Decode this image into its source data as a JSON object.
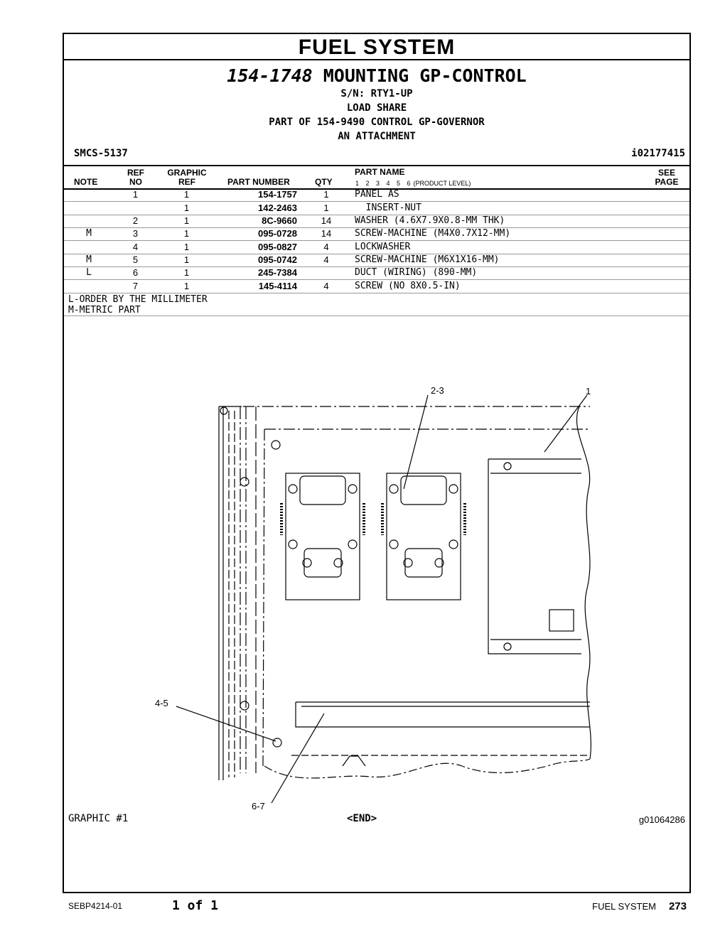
{
  "section": "FUEL SYSTEM",
  "header": {
    "title_number": "154-1748",
    "title_text": "MOUNTING GP-CONTROL",
    "lines": [
      "S/N: RTY1-UP",
      "LOAD SHARE",
      "PART OF 154-9490 CONTROL GP-GOVERNOR",
      "AN ATTACHMENT"
    ],
    "smcs": "SMCS-5137",
    "id": "i02177415"
  },
  "columns": {
    "note": "NOTE",
    "ref_no": [
      "REF",
      "NO"
    ],
    "graphic_ref": [
      "GRAPHIC",
      "REF"
    ],
    "part_number": "PART NUMBER",
    "qty": "QTY",
    "part_name": "PART NAME",
    "product_levels": "1   2   3   4   5   6",
    "product_level_label": "(PRODUCT LEVEL)",
    "see_page": [
      "SEE",
      "PAGE"
    ]
  },
  "rows": [
    {
      "note": "",
      "ref": "1",
      "gref": "1",
      "pn": "154-1757",
      "qty": "1",
      "name": "PANEL AS"
    },
    {
      "note": "",
      "ref": "",
      "gref": "1",
      "pn": "142-2463",
      "qty": "1",
      "name": "  INSERT-NUT"
    },
    {
      "note": "",
      "ref": "2",
      "gref": "1",
      "pn": "8C-9660",
      "qty": "14",
      "name": "WASHER (4.6X7.9X0.8-MM THK)"
    },
    {
      "note": "M",
      "ref": "3",
      "gref": "1",
      "pn": "095-0728",
      "qty": "14",
      "name": "SCREW-MACHINE (M4X0.7X12-MM)"
    },
    {
      "note": "",
      "ref": "4",
      "gref": "1",
      "pn": "095-0827",
      "qty": "4",
      "name": "LOCKWASHER"
    },
    {
      "note": "M",
      "ref": "5",
      "gref": "1",
      "pn": "095-0742",
      "qty": "4",
      "name": "SCREW-MACHINE (M6X1X16-MM)"
    },
    {
      "note": "L",
      "ref": "6",
      "gref": "1",
      "pn": "245-7384",
      "qty": "",
      "name": "DUCT (WIRING) (890-MM)"
    },
    {
      "note": "",
      "ref": "7",
      "gref": "1",
      "pn": "145-4114",
      "qty": "4",
      "name": "SCREW (NO 8X0.5-IN)"
    }
  ],
  "notes": [
    "L-ORDER BY THE MILLIMETER",
    "M-METRIC PART"
  ],
  "graphic": {
    "callouts": [
      "2-3",
      "1",
      "4-5",
      "6-7"
    ],
    "label": "GRAPHIC #1",
    "end": "<END>",
    "id": "g01064286"
  },
  "footer": {
    "doc": "SEBP4214-01",
    "page_of": "1 of 1",
    "section": "FUEL SYSTEM",
    "page_number": "273"
  }
}
